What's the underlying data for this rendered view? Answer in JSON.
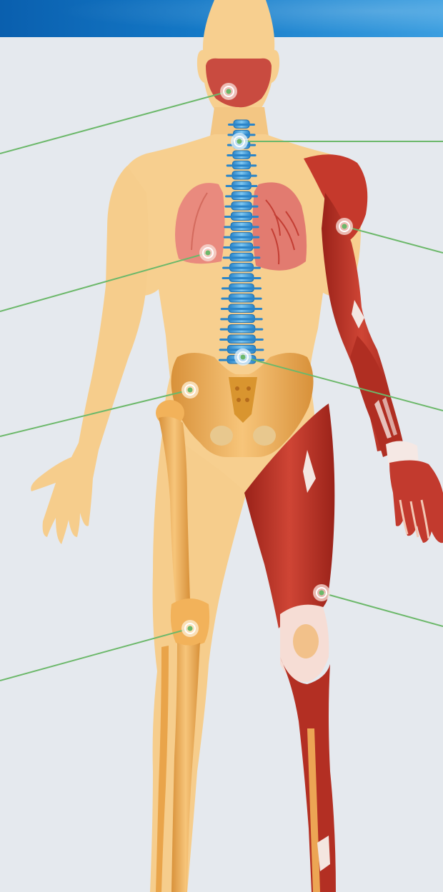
{
  "figure": {
    "subject": "human-anatomy",
    "panels": [
      "skin",
      "skeleton",
      "muscles",
      "lungs",
      "spine"
    ]
  },
  "colors": {
    "background": "#e5e9ee",
    "header": "#1479c7",
    "skin": "#f7cf8f",
    "skin_shade": "#efc07c",
    "bone": "#f2b25a",
    "bone_dark": "#c9822c",
    "muscle": "#c1362b",
    "muscle_dark": "#8f1f18",
    "spine": "#3aa2e6",
    "spine_dark": "#1c6fae",
    "lung": "#e98a7e",
    "callout_line": "#6cb86a",
    "marker_ring": "#f6d9d2",
    "marker_dot": "#6cb86a"
  },
  "callouts": [
    {
      "id": "jaw",
      "side": "left",
      "marker_icon": "target-icon"
    },
    {
      "id": "neck-spine",
      "side": "right",
      "marker_icon": "target-icon"
    },
    {
      "id": "shoulder-muscle",
      "side": "right",
      "marker_icon": "target-icon"
    },
    {
      "id": "lung",
      "side": "left",
      "marker_icon": "target-icon"
    },
    {
      "id": "lower-spine",
      "side": "right",
      "marker_icon": "target-icon"
    },
    {
      "id": "hip-joint",
      "side": "left",
      "marker_icon": "target-icon"
    },
    {
      "id": "thigh-muscle",
      "side": "right",
      "marker_icon": "target-icon"
    },
    {
      "id": "knee-joint",
      "side": "left",
      "marker_icon": "target-icon"
    }
  ]
}
